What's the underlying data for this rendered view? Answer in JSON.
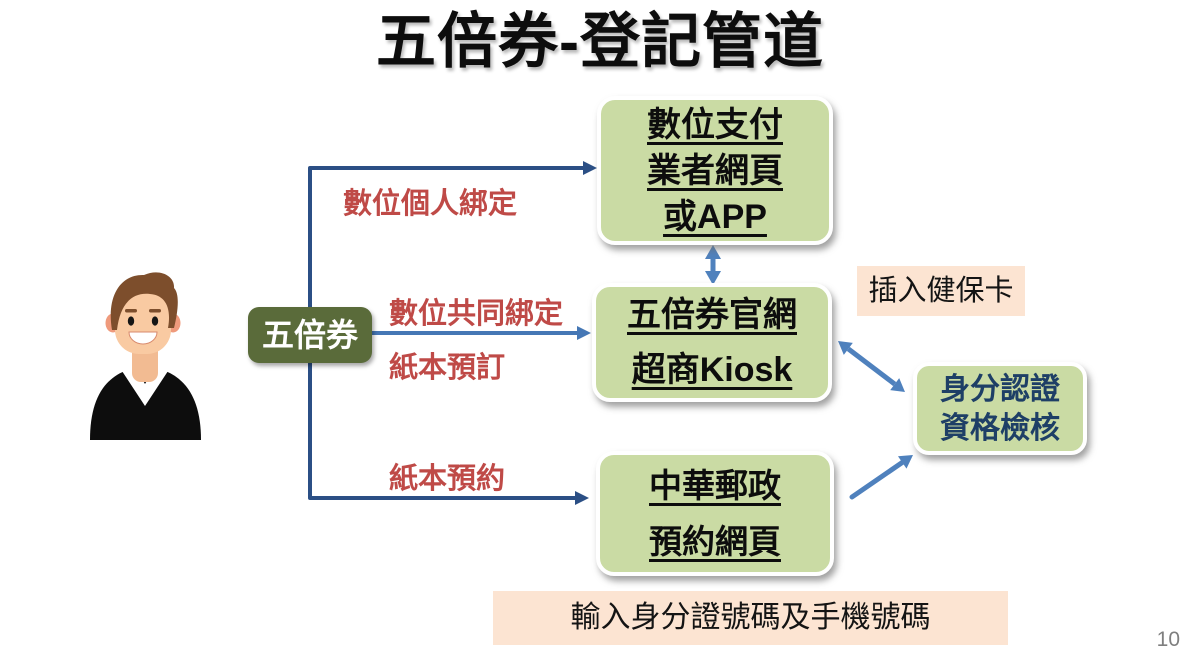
{
  "page": {
    "title": "五倍券-登記管道",
    "page_number": "10"
  },
  "source": {
    "label": "五倍券"
  },
  "channels": [
    {
      "arrow_label": "數位個人綁定",
      "box_lines": [
        "數位支付",
        "業者網頁",
        "或APP"
      ]
    },
    {
      "arrow_label_top": "數位共同綁定",
      "arrow_label_bottom": "紙本預訂",
      "box_lines": [
        "五倍券官網",
        "超商Kiosk"
      ]
    },
    {
      "arrow_label": "紙本預約",
      "box_lines": [
        "中華郵政",
        "預約網頁"
      ]
    }
  ],
  "verify_box": {
    "lines": [
      "身分認證",
      "資格檢核"
    ]
  },
  "notes": {
    "insert_card": "插入健保卡",
    "input_id": "輸入身分證號碼及手機號碼"
  },
  "colors": {
    "box_green": "#cadba4",
    "source_olive": "#5a6b3a",
    "note_peach": "#fce4d2",
    "label_red": "#bf4a47",
    "verify_text_navy": "#1e3f66",
    "connector_navy": "#2b4f85",
    "arrow_steel_blue": "#4f81bd",
    "arrow_mid_blue": "#4577b5",
    "page_number_gray": "#7f7f7f"
  }
}
